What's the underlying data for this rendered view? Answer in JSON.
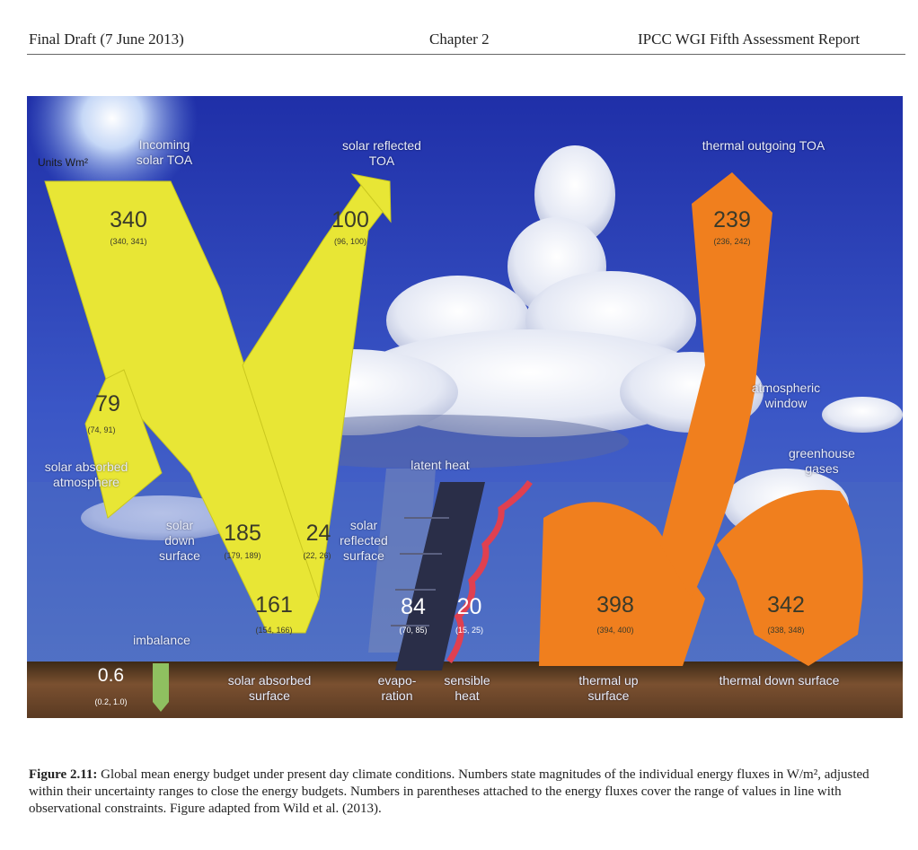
{
  "header": {
    "left": "Final Draft (7 June 2013)",
    "center": "Chapter 2",
    "right": "IPCC WGI Fifth Assessment Report"
  },
  "figure": {
    "units": "Units Wm²",
    "flows": {
      "incoming": {
        "label": "Incoming solar TOA",
        "value": "340",
        "range": "(340, 341)"
      },
      "reflected_toa": {
        "label": "solar reflected TOA",
        "value": "100",
        "range": "(96, 100)"
      },
      "absorbed_atm": {
        "label": "solar absorbed atmosphere",
        "value": "79",
        "range": "(74, 91)"
      },
      "down_surface": {
        "label": "solar down surface",
        "value": "185",
        "range": "(179, 189)"
      },
      "reflected_surface": {
        "label": "solar reflected surface",
        "value": "24",
        "range": "(22, 26)"
      },
      "absorbed_surface": {
        "label": "solar absorbed surface",
        "value": "161",
        "range": "(154, 166)"
      },
      "imbalance": {
        "label": "imbalance",
        "value": "0.6",
        "range": "(0.2, 1.0)"
      },
      "evaporation": {
        "label": "evapo- ration",
        "value": "84",
        "range": "(70, 85)"
      },
      "sensible": {
        "label": "sensible heat",
        "value": "20",
        "range": "(15, 25)"
      },
      "latent": {
        "label": "latent heat"
      },
      "thermal_toa": {
        "label": "thermal outgoing TOA",
        "value": "239",
        "range": "(236, 242)"
      },
      "atm_window": {
        "label": "atmospheric window"
      },
      "greenhouse": {
        "label": "greenhouse gases"
      },
      "thermal_up": {
        "label": "thermal up surface",
        "value": "398",
        "range": "(394, 400)"
      },
      "thermal_down": {
        "label": "thermal down surface",
        "value": "342",
        "range": "(338, 348)"
      }
    },
    "colors": {
      "sky": "#2a3fb8",
      "solar": "#e8e635",
      "thermal": "#f07f1e",
      "ground": "#6b4526",
      "imbalance": "#8fc060"
    }
  },
  "caption": {
    "label": "Figure 2.11:",
    "text": "Global mean energy budget under present day climate conditions. Numbers state magnitudes of the individual energy fluxes in W/m², adjusted within their uncertainty ranges to close the energy budgets. Numbers in parentheses attached to the energy fluxes cover the range of values in line with observational constraints. Figure adapted from Wild et al. (2013)."
  }
}
